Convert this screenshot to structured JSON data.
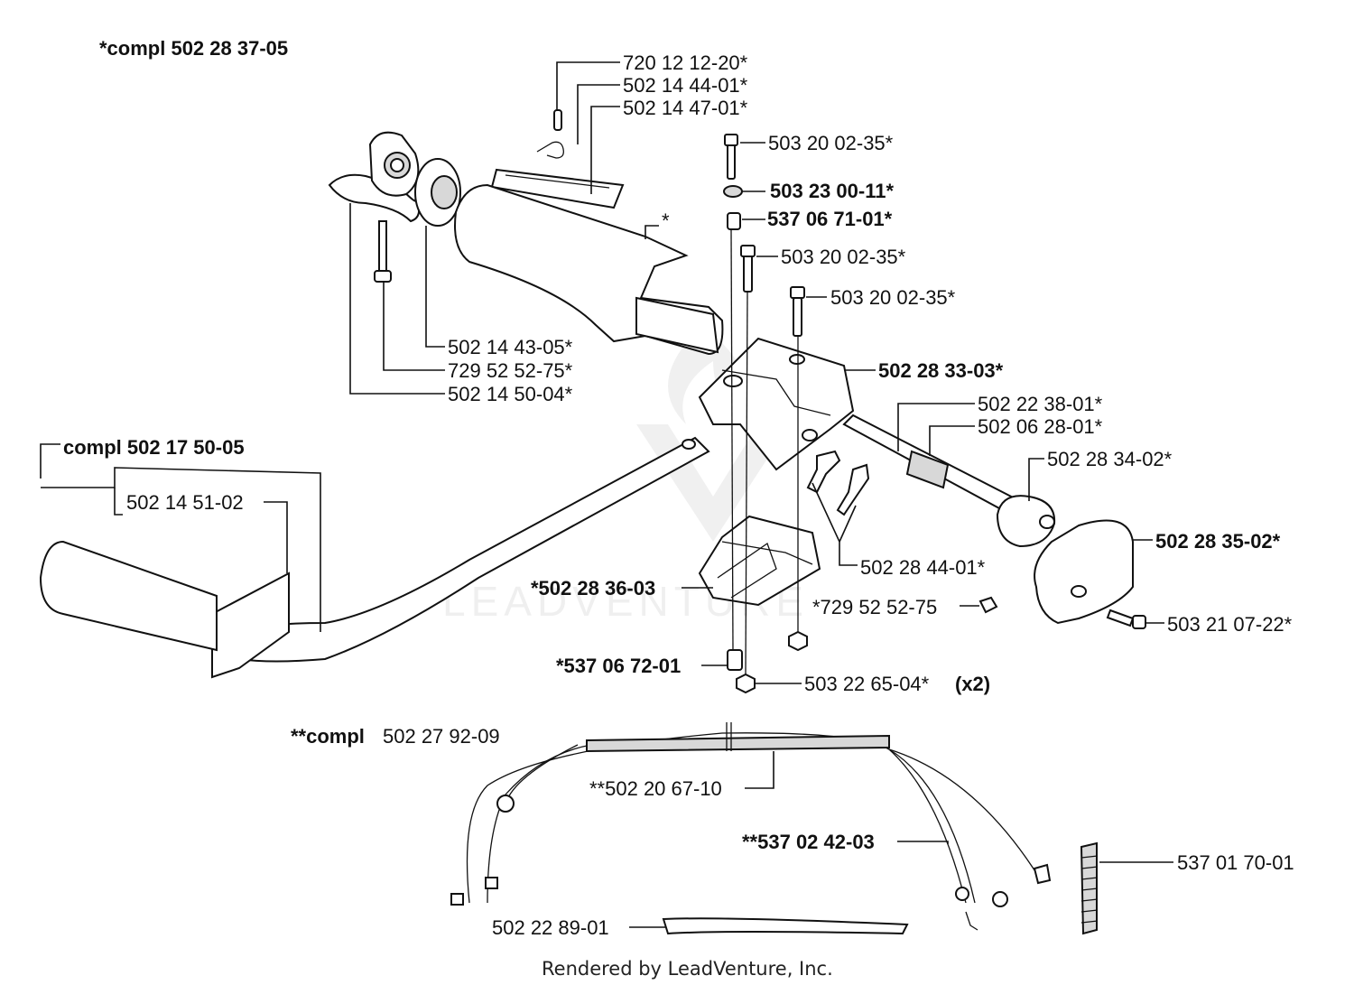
{
  "diagram": {
    "title_assembly": "*compl 502 28 37-05",
    "labels": [
      {
        "id": "p1",
        "text": "720 12 12-20*",
        "bold": false
      },
      {
        "id": "p2",
        "text": "502 14 44-01*",
        "bold": false
      },
      {
        "id": "p3",
        "text": "502 14 47-01*",
        "bold": false
      },
      {
        "id": "p4",
        "text": "503 20 02-35*",
        "bold": false
      },
      {
        "id": "p5",
        "text": "503 23 00-11*",
        "bold": true
      },
      {
        "id": "p6",
        "text": "537 06 71-01*",
        "bold": true
      },
      {
        "id": "p7",
        "text": "503 20 02-35*",
        "bold": false
      },
      {
        "id": "p8",
        "text": "503 20 02-35*",
        "bold": false
      },
      {
        "id": "p9",
        "text": "*",
        "bold": false
      },
      {
        "id": "p10",
        "text": "502 14 43-05*",
        "bold": false
      },
      {
        "id": "p11",
        "text": "729 52 52-75*",
        "bold": false
      },
      {
        "id": "p12",
        "text": "502 14 50-04*",
        "bold": false
      },
      {
        "id": "p13",
        "text": "502 28 33-03*",
        "bold": true
      },
      {
        "id": "p14",
        "text": "502 22 38-01*",
        "bold": false
      },
      {
        "id": "p15",
        "text": "502 06 28-01*",
        "bold": false
      },
      {
        "id": "p16",
        "text": "502 28 34-02*",
        "bold": false
      },
      {
        "id": "p17",
        "text": "compl 502 17 50-05",
        "bold": true
      },
      {
        "id": "p18",
        "text": "502 14 51-02",
        "bold": false
      },
      {
        "id": "p19",
        "text": "502 28 35-02*",
        "bold": true
      },
      {
        "id": "p20",
        "text": "502 28 44-01*",
        "bold": false
      },
      {
        "id": "p21",
        "text": "*502 28 36-03",
        "bold": true
      },
      {
        "id": "p22",
        "text": "*729 52 52-75",
        "bold": false
      },
      {
        "id": "p23",
        "text": "503 21 07-22*",
        "bold": false
      },
      {
        "id": "p24",
        "text": "*537 06 72-01",
        "bold": true
      },
      {
        "id": "p25",
        "text": "503 22 65-04*",
        "bold": false
      },
      {
        "id": "p25b",
        "text": "(x2)",
        "bold": true
      },
      {
        "id": "p27",
        "text": "502 27 92-09",
        "bold": false
      },
      {
        "id": "p28",
        "text": "**502 20 67-10",
        "bold": false
      },
      {
        "id": "p29",
        "text": "**537 02 42-03",
        "bold": true
      },
      {
        "id": "p30",
        "text": "537 01 70-01",
        "bold": false
      },
      {
        "id": "p31",
        "text": "502 22 89-01",
        "bold": false
      }
    ],
    "compl_prefix": "**compl",
    "watermark": "LEADVENTURE",
    "footer": "Rendered by LeadVenture, Inc."
  }
}
